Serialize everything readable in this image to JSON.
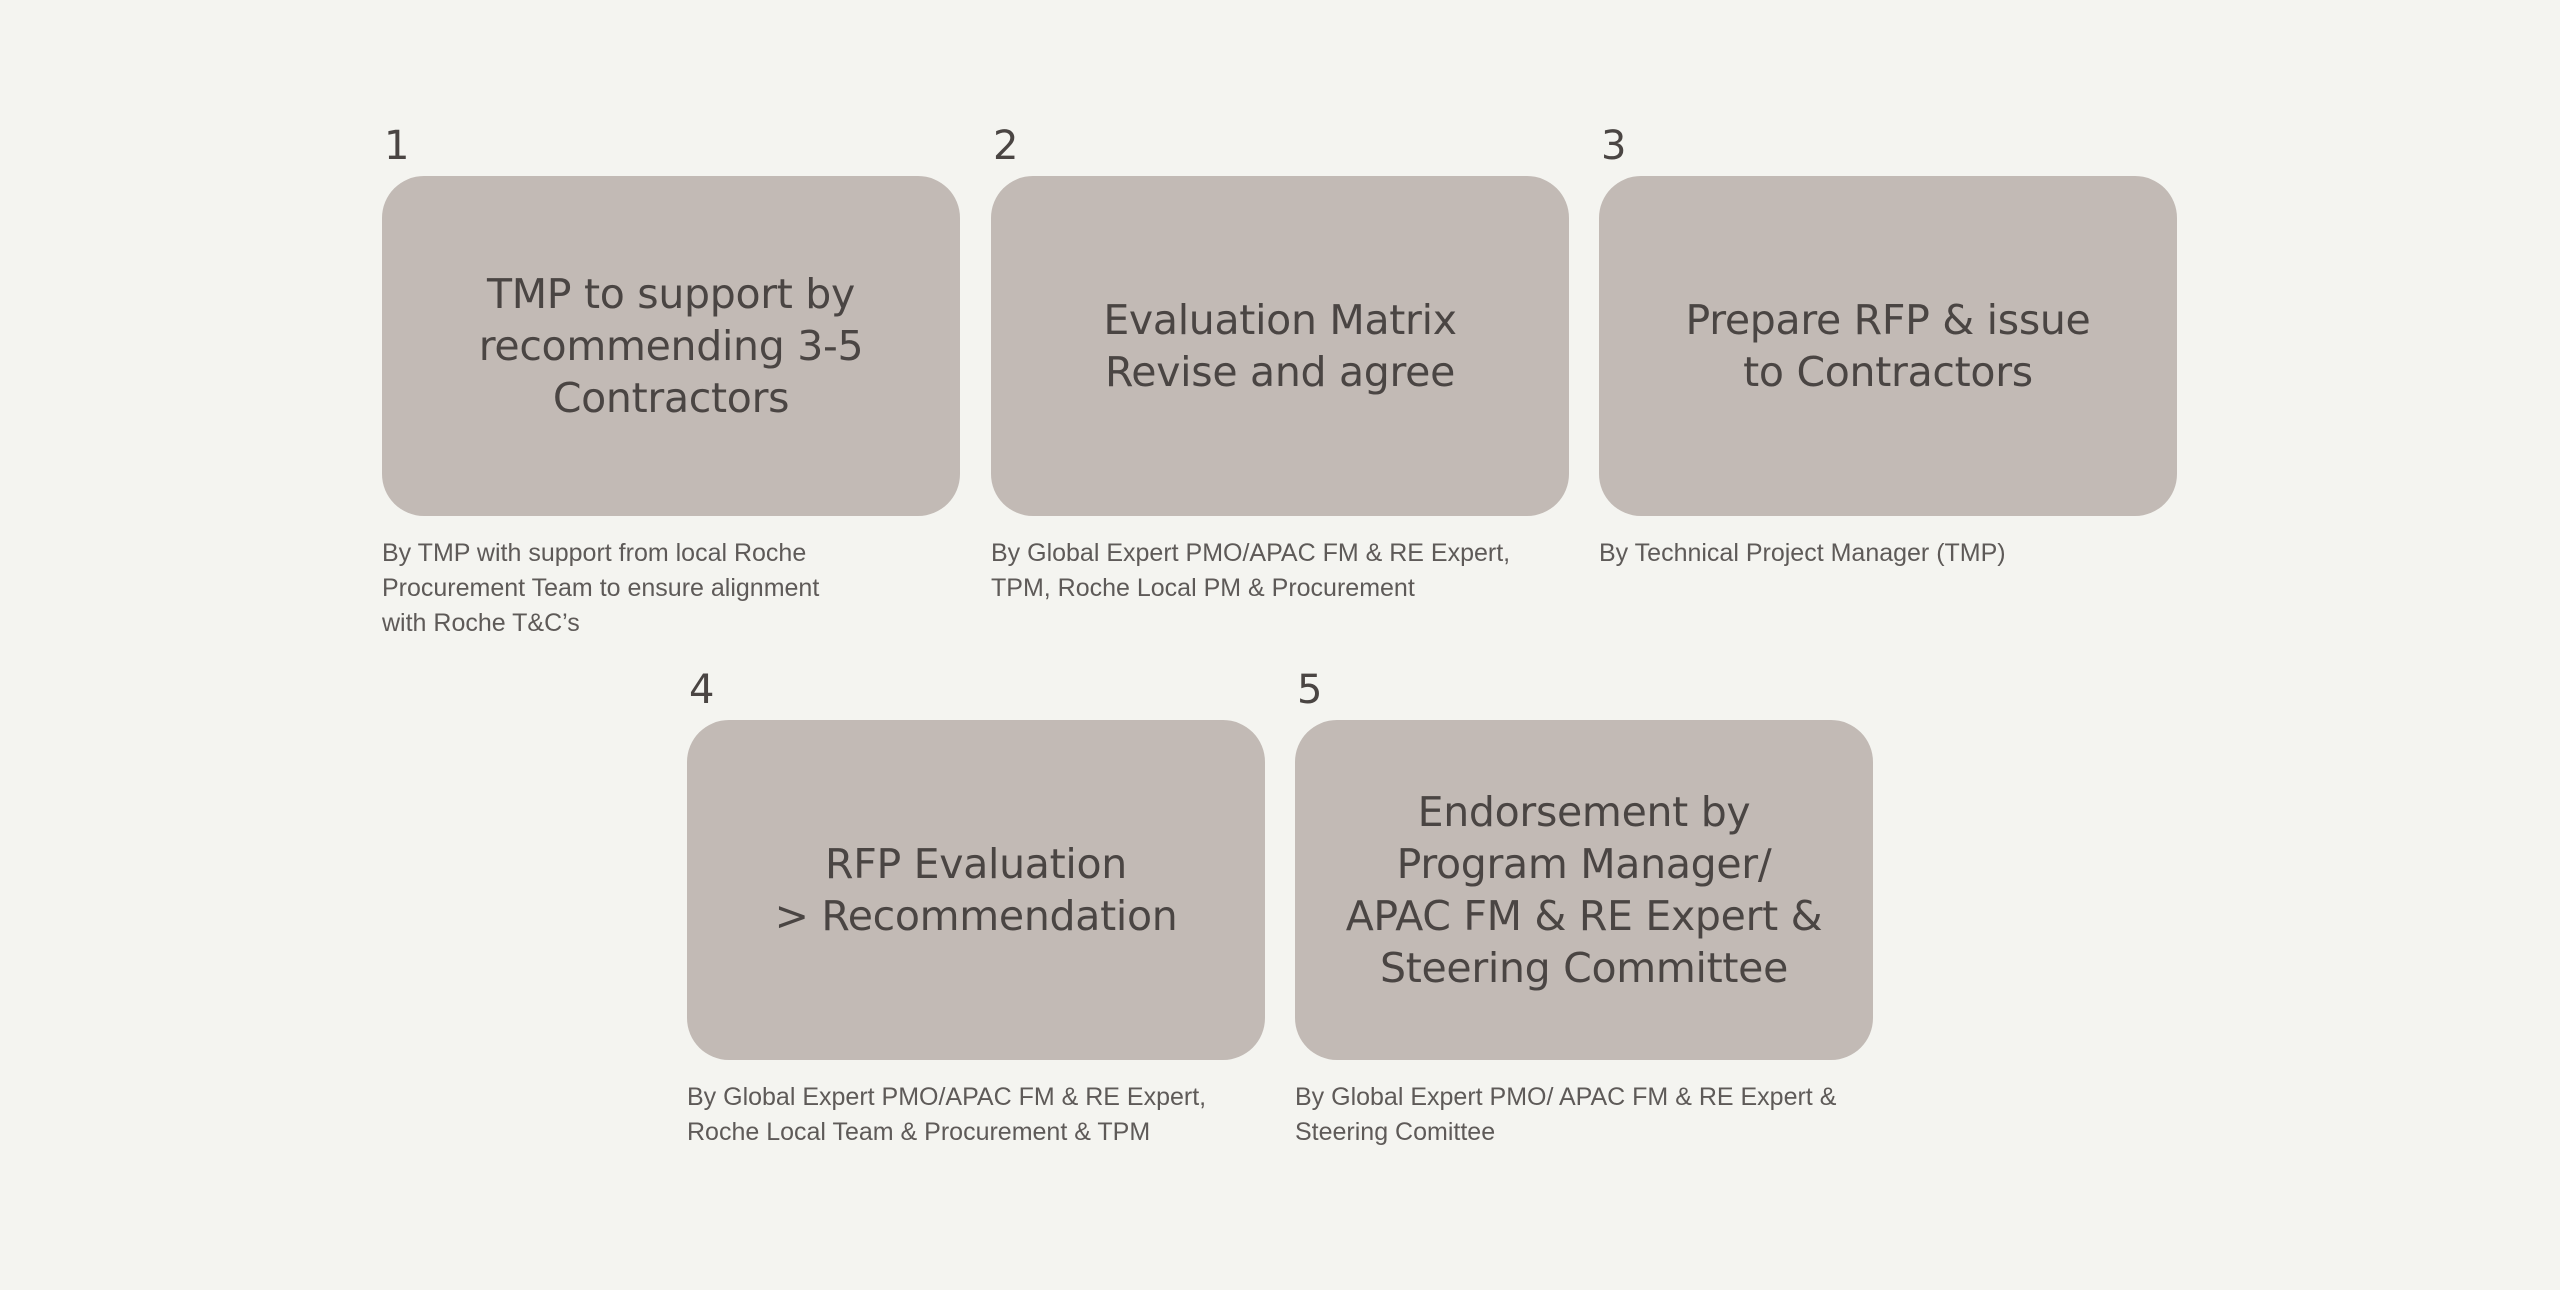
{
  "colors": {
    "background": "#f4f4f0",
    "box": "#c2bab5",
    "text": "#4a4543"
  },
  "steps": [
    {
      "number": "1",
      "title": "TMP to support by\nrecommending 3-5\nContractors",
      "caption": "By TMP with support from local Roche\nProcurement Team to ensure alignment\nwith Roche T&C’s"
    },
    {
      "number": "2",
      "title": "Evaluation Matrix\nRevise and agree",
      "caption": "By Global Expert PMO/APAC FM & RE Expert,\nTPM, Roche Local PM & Procurement"
    },
    {
      "number": "3",
      "title": "Prepare RFP & issue\nto Contractors",
      "caption": "By Technical Project Manager (TMP)"
    },
    {
      "number": "4",
      "title": "RFP Evaluation\n> Recommendation",
      "caption": "By Global Expert PMO/APAC FM & RE Expert,\nRoche Local Team & Procurement & TPM"
    },
    {
      "number": "5",
      "title": "Endorsement by\nProgram Manager/\nAPAC FM & RE Expert &\nSteering Committee",
      "caption": "By Global Expert PMO/ APAC FM & RE Expert &\nSteering Comittee"
    }
  ]
}
